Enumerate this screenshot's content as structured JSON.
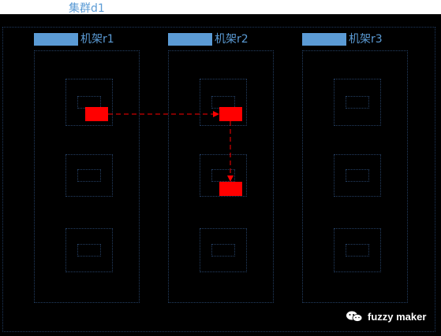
{
  "diagram": {
    "title": "集群d1",
    "racks": [
      {
        "label": "机架r1"
      },
      {
        "label": "机架r2"
      },
      {
        "label": "机架r3"
      }
    ],
    "colors": {
      "background": "#000000",
      "rack_tag": "#5b9bd5",
      "text": "#5b9bd5",
      "node": "#ff0000",
      "arrow": "#ff0000",
      "frame": "#243f63"
    },
    "arrows": [
      {
        "from": "r1-slot1",
        "to": "r2-slot1"
      },
      {
        "from": "r2-slot1",
        "to": "r2-slot2"
      }
    ]
  },
  "watermark": {
    "text": "fuzzy maker",
    "icon": "wechat-icon"
  }
}
